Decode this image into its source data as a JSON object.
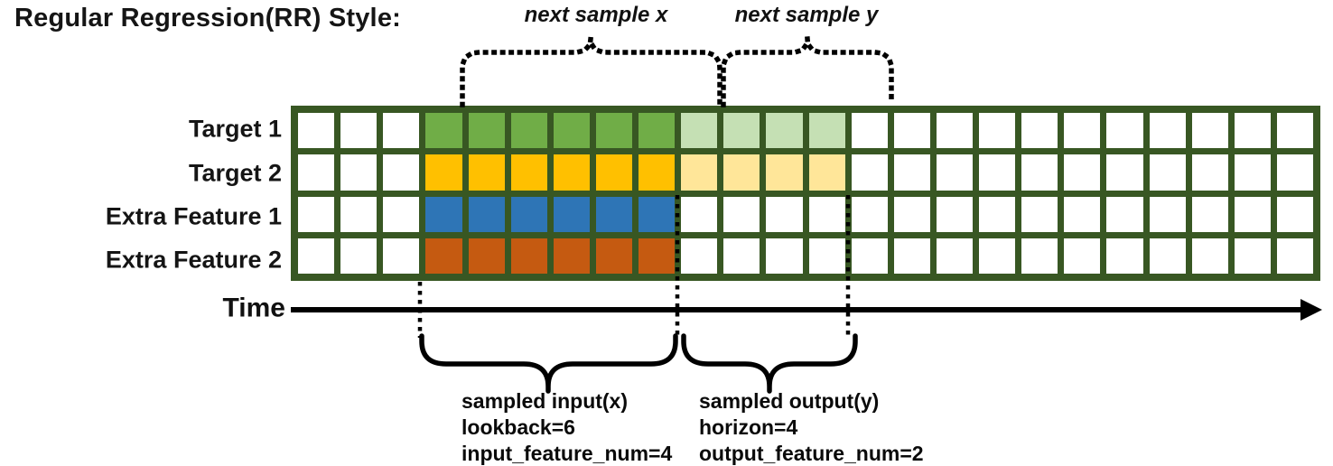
{
  "title": "Regular Regression(RR) Style:",
  "top_annotations": {
    "next_sample_x": "next sample x",
    "next_sample_y": "next sample y"
  },
  "grid": {
    "columns": 24,
    "lead_cols": 3,
    "lookback": 6,
    "horizon": 4,
    "rows": [
      {
        "label": "Target 1",
        "input_fill": "#70AD47",
        "output_fill": "#C5E0B4"
      },
      {
        "label": "Target 2",
        "input_fill": "#FFC000",
        "output_fill": "#FFE699"
      },
      {
        "label": "Extra Feature 1",
        "input_fill": "#2E75B6",
        "output_fill": null
      },
      {
        "label": "Extra Feature 2",
        "input_fill": "#C55A11",
        "output_fill": null
      }
    ]
  },
  "time_axis": {
    "label": "Time"
  },
  "bottom_annotations": {
    "input": [
      "sampled input(x)",
      "lookback=6",
      "input_feature_num=4"
    ],
    "output": [
      "sampled output(y)",
      "horizon=4",
      "output_feature_num=2"
    ]
  },
  "colors": {
    "grid_border": "#385723",
    "cell_empty": "#FFFFFF",
    "line_color": "#000000"
  }
}
